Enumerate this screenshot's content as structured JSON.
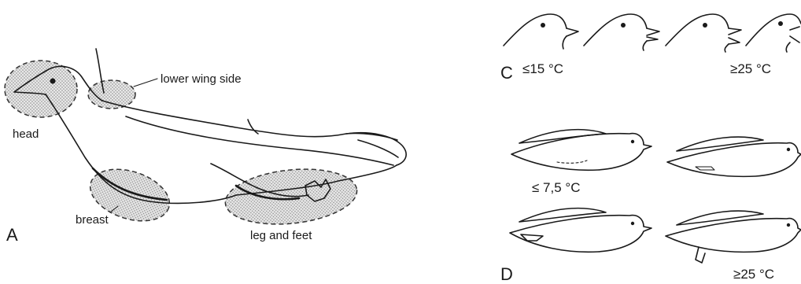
{
  "panel_a": {
    "letter": "A",
    "labels": {
      "head": "head",
      "lower_wing_side": "lower wing side",
      "breast": "breast",
      "leg_and_feet": "leg and feet"
    }
  },
  "panel_c": {
    "letter": "C",
    "low_temp": "≤15 °C",
    "high_temp": "≥25 °C"
  },
  "panel_d": {
    "letter": "D",
    "low_temp": "≤ 7,5 °C",
    "high_temp": "≥25 °C"
  }
}
